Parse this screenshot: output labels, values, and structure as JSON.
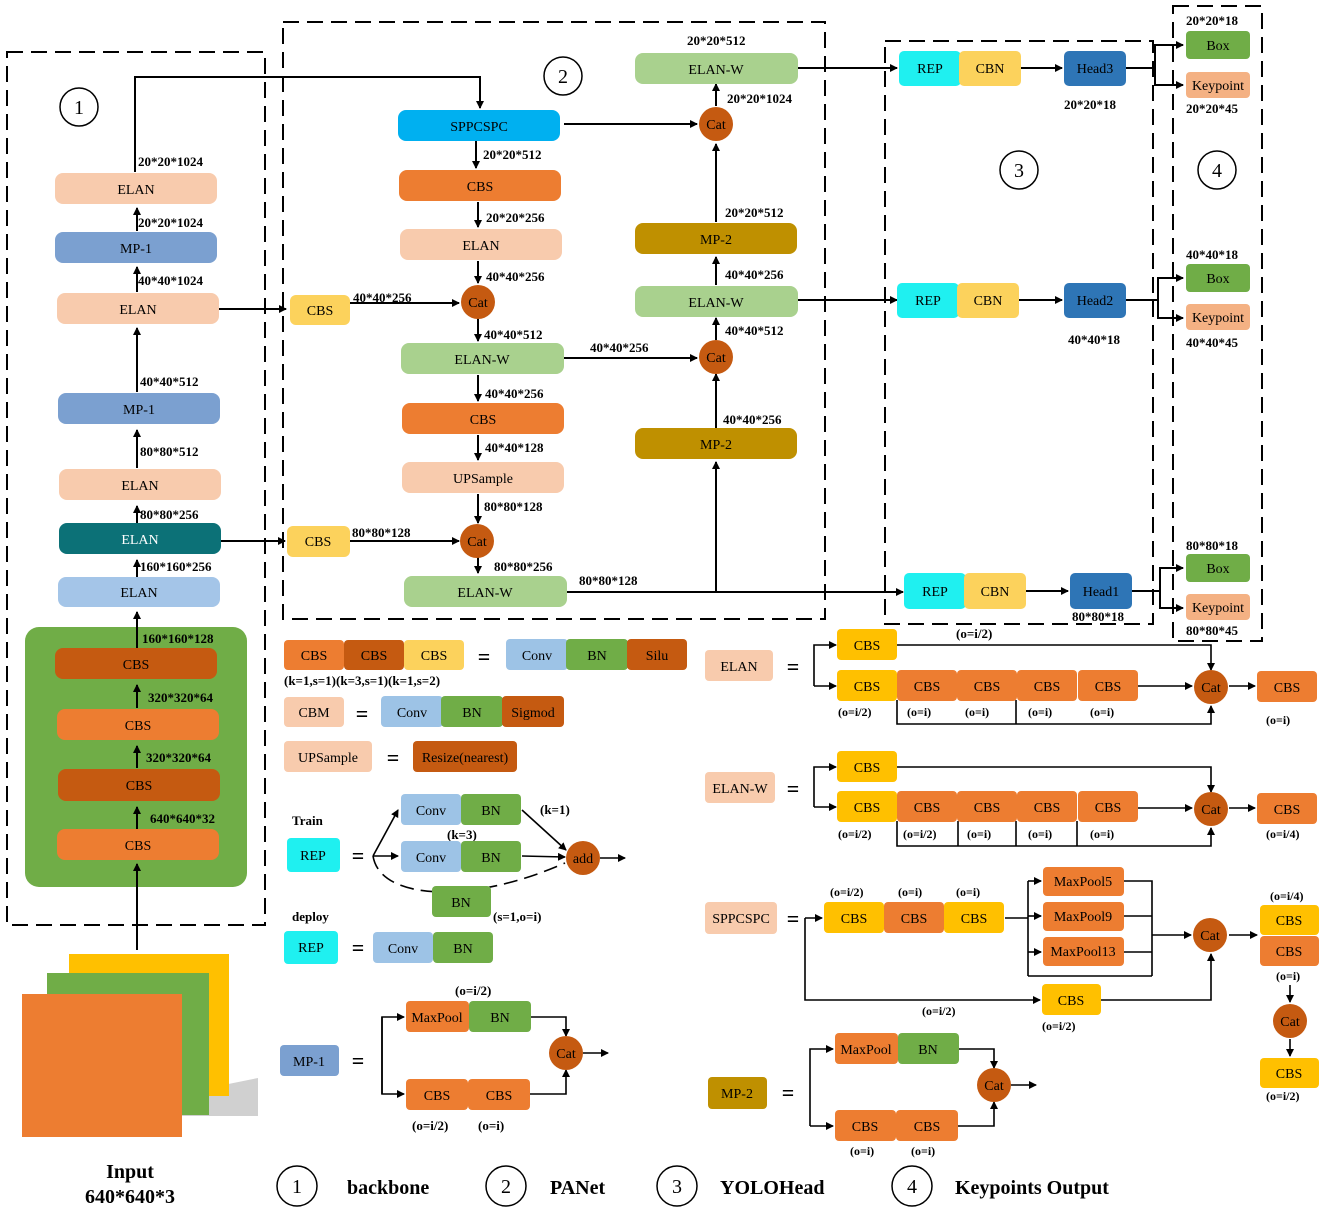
{
  "colors": {
    "elan_light": "#f8cbad",
    "mp_blue": "#7ba0d0",
    "elan_teal": "#0c7177",
    "elan_sky": "#a4c5e8",
    "cbs_orange": "#ed7d31",
    "cbs_dark": "#c55a11",
    "cbs_yellow": "#fcd25c",
    "green_bg": "#70ad47",
    "green_box": "#70ad47",
    "elanw_green": "#a9d18e",
    "sppcspc_blue": "#00b0f0",
    "mp2_gold": "#bf9000",
    "cat_brown": "#c55a11",
    "rep_cyan": "#1ff0f0",
    "conv_blue": "#9dc3e6",
    "head_blue": "#2e75b6",
    "yellow_gold": "#ffc000"
  },
  "input": {
    "label": "Input",
    "size": "640*640*3"
  },
  "markers": {
    "m1": "1",
    "m2": "2",
    "m3": "3",
    "m4": "4"
  },
  "backbone": {
    "cbs1": "CBS",
    "cbs2": "CBS",
    "cbs3": "CBS",
    "cbs4": "CBS",
    "elan1": "ELAN",
    "elan2": "ELAN",
    "elan3": "ELAN",
    "mp1": "MP-1",
    "elan4": "ELAN",
    "mp2": "MP-1",
    "elan5": "ELAN",
    "d1": "640*640*32",
    "d2": "320*320*64",
    "d3": "320*320*64",
    "d4": "160*160*128",
    "d5": "160*160*256",
    "d6": "80*80*256",
    "d7": "80*80*512",
    "d8": "40*40*512",
    "d9": "40*40*1024",
    "d10": "20*20*1024",
    "d11": "20*20*1024"
  },
  "panet": {
    "sppcspc": "SPPCSPC",
    "cbs_a": "CBS",
    "elan_a": "ELAN",
    "cat_a": "Cat",
    "elanw_a": "ELAN-W",
    "cbs_b": "CBS",
    "upsample": "UPSample",
    "cat_b": "Cat",
    "elanw_b": "ELAN-W",
    "cbs_side1": "CBS",
    "cbs_side2": "CBS",
    "mp2_a": "MP-2",
    "cat_c": "Cat",
    "elanw_c": "ELAN-W",
    "mp2_b": "MP-2",
    "cat_d": "Cat",
    "elanw_d": "ELAN-W",
    "p1": "20*20*512",
    "p2": "20*20*256",
    "p3": "40*40*256",
    "p4": "40*40*512",
    "p5": "40*40*256",
    "p6": "40*40*128",
    "p7": "80*80*128",
    "p8": "80*80*256",
    "side1": "40*40*256",
    "side2": "80*80*128",
    "r1": "80*80*128",
    "r2": "40*40*256",
    "r3": "40*40*256",
    "r4": "40*40*512",
    "r5": "40*40*256",
    "r6": "20*20*512",
    "r7": "20*20*1024",
    "r8": "20*20*512"
  },
  "head": {
    "rep": "REP",
    "cbn": "CBN",
    "head3": "Head3",
    "head2": "Head2",
    "head1": "Head1",
    "h3dim": "20*20*18",
    "h2dim": "40*40*18",
    "h1dim": "80*80*18"
  },
  "outputs": {
    "box": "Box",
    "keypoint": "Keypoint",
    "b3": "20*20*18",
    "k3": "20*20*45",
    "b2": "40*40*18",
    "k2": "40*40*45",
    "b1": "80*80*18",
    "k1": "80*80*45"
  },
  "legend": {
    "cbs": "CBS",
    "eq": "=",
    "conv": "Conv",
    "bn": "BN",
    "silu": "Silu",
    "cbs_params": "(k=1,s=1)(k=3,s=1)(k=1,s=2)",
    "cbm": "CBM",
    "sigmod": "Sigmod",
    "upsample": "UPSample",
    "resize": "Resize(nearest)",
    "train": "Train",
    "rep": "REP",
    "add": "add",
    "k1": "(k=1)",
    "k3": "(k=3)",
    "s1": "(s=1,o=i)",
    "deploy": "deploy",
    "mp1": "MP-1",
    "maxpool": "MaxPool",
    "cat": "Cat",
    "oi2": "(o=i/2)",
    "oi": "(o=i)",
    "oi4": "(o=i/4)",
    "elan": "ELAN",
    "elanw": "ELAN-W",
    "sppcspc": "SPPCSPC",
    "mp5": "MaxPool5",
    "mp9": "MaxPool9",
    "mp13": "MaxPool13",
    "mp2": "MP-2"
  },
  "bottom_legend": {
    "b1": "backbone",
    "b2": "PANet",
    "b3": "YOLOHead",
    "b4": "Keypoints Output"
  }
}
